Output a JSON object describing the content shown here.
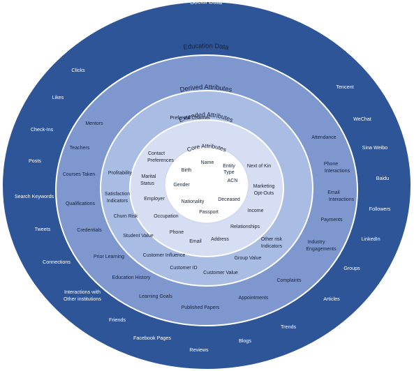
{
  "colors": {
    "social": "#2e5597",
    "education": "#7e98cf",
    "derived": "#a9bce3",
    "extended": "#d5def2",
    "core": "#ffffff",
    "ring_border": "#ffffff",
    "dark_text": "#16213a",
    "light_text": "#ffffff"
  },
  "rings": {
    "social": "Social Data",
    "education": "Education Data",
    "derived": "Derived Attributes",
    "extended": "Extended Attributes",
    "core": "Core Attributes"
  },
  "social_items": [
    "Clicks",
    "Tencent",
    "Likes",
    "WeChat",
    "Check-Ins",
    "Sina Weibo",
    "Posts",
    "Baidu",
    "Search Keywords",
    "Followers",
    "Tweets",
    "LinkedIn",
    "Connections",
    "Groups",
    "Interactions with",
    "Other institutions",
    "Articles",
    "Friends",
    "Trends",
    "Facebook Pages",
    "Blogs",
    "Reviews"
  ],
  "education_items": [
    "Mentors",
    "Teachers",
    "Attendance",
    "Courses Taken",
    "Phone",
    "Interactions",
    "Qualifications",
    "Email",
    "Interactions",
    "Payments",
    "Credentials",
    "Industry",
    "Engagements",
    "Prior Learning",
    "Complaints",
    "Education History",
    "Learning Goals",
    "Appointments",
    "Published Papers"
  ],
  "derived_items": [
    "Preferred Channel",
    "Profitability",
    "Satisfaction",
    "Indicators",
    "Churn Risk",
    "Student Value",
    "Customer Influence",
    "Customer  ID",
    "Customer  Value",
    "Group  Value",
    "Other risk",
    "Indicators",
    "Relationships",
    "Income",
    "Marketing",
    "Opt-Outs",
    "Next of Kin"
  ],
  "extended_items": [
    "Contact",
    "Preferences",
    "Marital",
    "Status",
    "Employer",
    "Occupation",
    "Phone",
    "Email",
    "Address"
  ],
  "core_items": [
    "Name",
    "Birth",
    "Entity",
    "Type",
    "Gender",
    "ACN",
    "Nationality",
    "Deceased",
    "Passport"
  ]
}
